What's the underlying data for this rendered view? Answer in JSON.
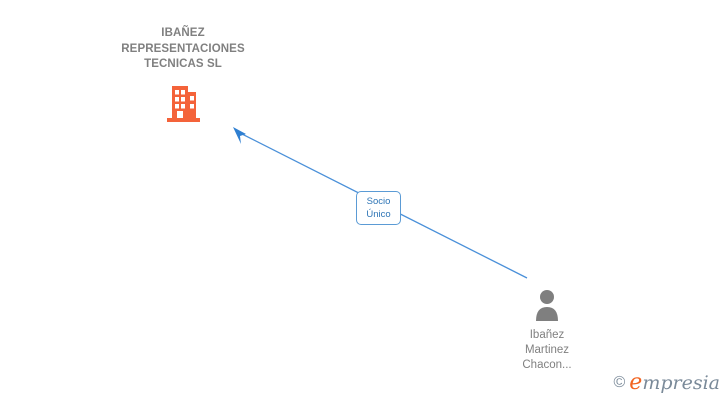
{
  "diagram": {
    "background_color": "#ffffff",
    "company": {
      "name": "IBAÑEZ\nREPRESENTACIONES\nTECNICAS SL",
      "icon": "building-icon",
      "icon_color": "#f4633a",
      "text_color": "#808080"
    },
    "person": {
      "name": "Ibañez\nMartinez\nChacon...",
      "icon": "person-silhouette-icon",
      "icon_color": "#7f7f7f",
      "text_color": "#808080"
    },
    "relation": {
      "label": "Socio\nÚnico",
      "border_color": "#5b9bd5",
      "text_color": "#2e75b6",
      "arrow_color": "#4a90d9",
      "direction": "person-to-company"
    }
  },
  "watermark": {
    "copyright": "©",
    "brand_initial": "e",
    "brand_rest": "mpresia",
    "accent_color": "#f26522",
    "text_color": "#7a8a99"
  }
}
